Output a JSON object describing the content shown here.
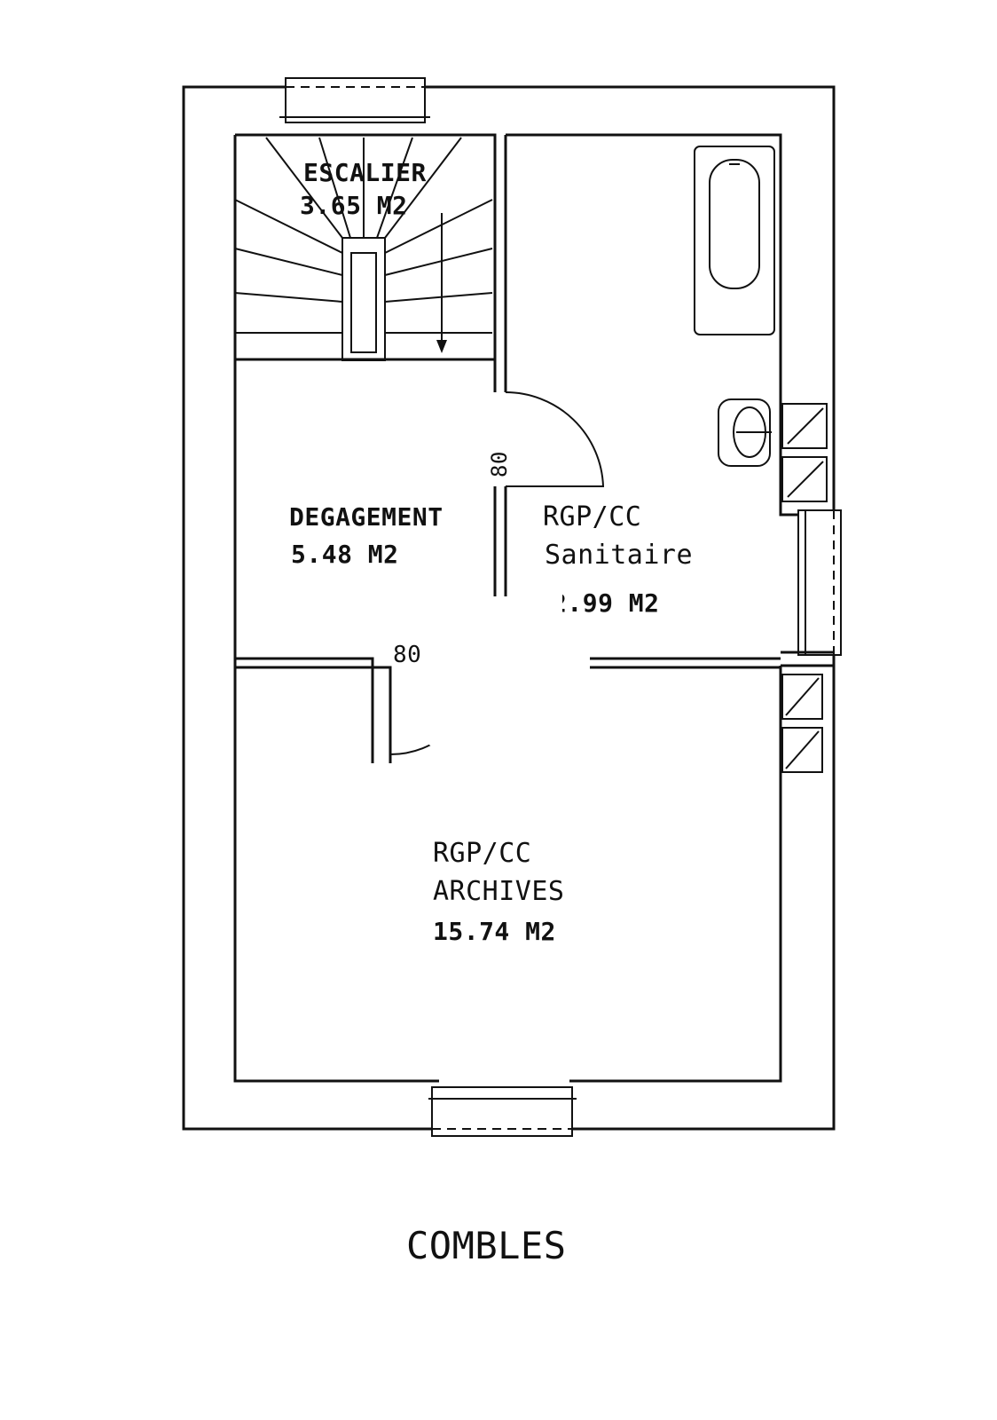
{
  "rooms": {
    "escalier": {
      "name": "ESCALIER",
      "area": "3.65 M2"
    },
    "degagement": {
      "name": "DEGAGEMENT",
      "area": "5.48 M2"
    },
    "sanitaire": {
      "owner": "RGP/CC",
      "name": "Sanitaire",
      "area": "2.99 M2"
    },
    "archives": {
      "owner": "RGP/CC",
      "name": "ARCHIVES",
      "area": "15.74 M2"
    }
  },
  "doors": {
    "sanitaire_width": "80",
    "archives_width": "80"
  },
  "floor_title": "COMBLES"
}
